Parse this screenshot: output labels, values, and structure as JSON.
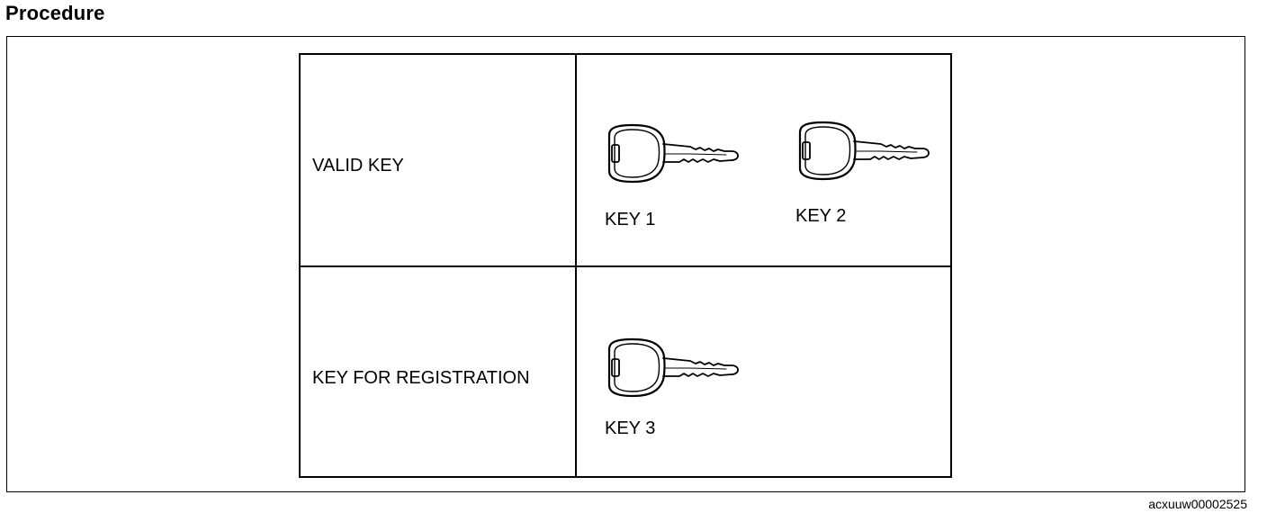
{
  "section_title": "Procedure",
  "table": {
    "rows": [
      {
        "label": "VALID KEY",
        "keys": [
          {
            "label": "KEY 1",
            "icon": "key-icon"
          },
          {
            "label": "KEY 2",
            "icon": "key-icon"
          }
        ]
      },
      {
        "label": "KEY FOR REGISTRATION",
        "keys": [
          {
            "label": "KEY 3",
            "icon": "key-icon"
          }
        ]
      }
    ]
  },
  "figure_code": "acxuuw00002525"
}
